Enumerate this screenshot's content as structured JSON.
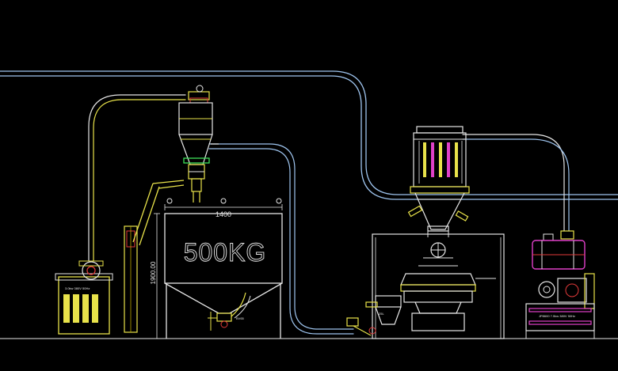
{
  "diagram": {
    "hopper_label": "500KG",
    "width_dim": "1400",
    "height_dim": "1900.00",
    "tiny_labels": {
      "control_cabinet": "3.0kw 380V 50Hz",
      "small_valve": "BV65",
      "screener_feed": "25L",
      "filter_unit": "JP8600 7.5kw 380V 50Hz"
    }
  },
  "colors": {
    "yellow": "#e8e24a",
    "light_blue": "#9ec4ee",
    "white": "#e6e6e6",
    "magenta": "#e040c8",
    "red": "#e23a3a",
    "green": "#3ee05a",
    "dark_yellow": "#b8a400"
  }
}
